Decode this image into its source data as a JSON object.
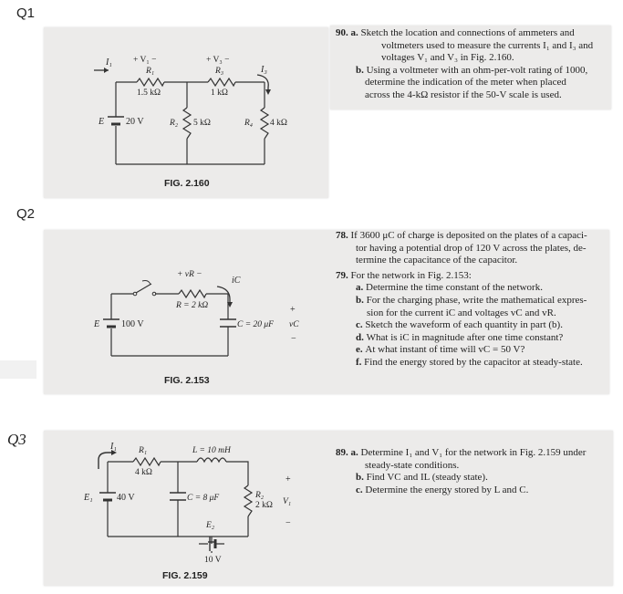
{
  "labels": {
    "q1": "Q1",
    "q2": "Q2",
    "q3": "Q3"
  },
  "fig160": {
    "caption": "FIG. 2.160",
    "i1": "I₁",
    "i3": "I₃",
    "v1": "+  V₁  −",
    "v3": "+  V₃  −",
    "r1": "R₁",
    "r1_val": "1.5 kΩ",
    "r3": "R₃",
    "r3_val": "1 kΩ",
    "e": "E",
    "e_val": "20 V",
    "r2": "R₂",
    "r2_val": "5 kΩ",
    "r4": "R₄",
    "r4_val": "4 kΩ"
  },
  "fig153": {
    "caption": "FIG. 2.153",
    "vr": "+  vR  −",
    "r": "R = 2 kΩ",
    "ic": "iC",
    "e": "E",
    "e_val": "100 V",
    "c": "C = 20 μF",
    "plus": "+",
    "vc": "vC",
    "minus": "−"
  },
  "fig159": {
    "caption": "FIG. 2.159",
    "i1": "I₁",
    "r1": "R₁",
    "r1_val": "4 kΩ",
    "l": "L = 10 mH",
    "e1": "E₁",
    "e1_val": "40 V",
    "c": "C = 8 μF",
    "r2": "R₂",
    "r2_val": "2 kΩ",
    "plus": "+",
    "v1": "V₁",
    "minus": "−",
    "e2": "E₂",
    "e2_val": "10 V"
  },
  "q1_text": {
    "num": "90.",
    "a_label": "a.",
    "a_lines": [
      "Sketch the location and connections of ammeters and",
      "voltmeters used to measure the currents I₁ and I₃ and",
      "voltages V₁ and V₃ in Fig. 2.160."
    ],
    "b_label": "b.",
    "b_lines": [
      "Using a voltmeter with an ohm-per-volt rating of 1000,",
      "determine the indication of the meter when placed",
      "across the 4-kΩ resistor if the 50-V scale is used."
    ]
  },
  "q2_text": {
    "num78": "78.",
    "lines78": [
      "If 3600 μC of charge is deposited on the plates of a capaci-",
      "tor having a potential drop of 120 V across the plates, de-",
      "termine the capacitance of the capacitor."
    ],
    "num79": "79.",
    "intro79": "For the network in Fig. 2.153:",
    "items": [
      {
        "label": "a.",
        "lines": [
          "Determine the time constant of the network."
        ]
      },
      {
        "label": "b.",
        "lines": [
          "For the charging phase, write the mathematical expres-",
          "sion for the current iC and voltages vC and vR."
        ]
      },
      {
        "label": "c.",
        "lines": [
          "Sketch the waveform of each quantity in part (b)."
        ]
      },
      {
        "label": "d.",
        "lines": [
          "What is iC in magnitude after one time constant?"
        ]
      },
      {
        "label": "e.",
        "lines": [
          "At what instant of time will vC = 50 V?"
        ]
      },
      {
        "label": "f.",
        "lines": [
          "Find the energy stored by the capacitor at steady-state."
        ]
      }
    ]
  },
  "q3_text": {
    "num": "89.",
    "items": [
      {
        "label": "a.",
        "lines": [
          "Determine I₁ and V₁ for the network in Fig. 2.159 under",
          "steady-state conditions."
        ]
      },
      {
        "label": "b.",
        "lines": [
          "Find VC and IL (steady state)."
        ]
      },
      {
        "label": "c.",
        "lines": [
          "Determine the energy stored by L and C."
        ]
      }
    ]
  }
}
